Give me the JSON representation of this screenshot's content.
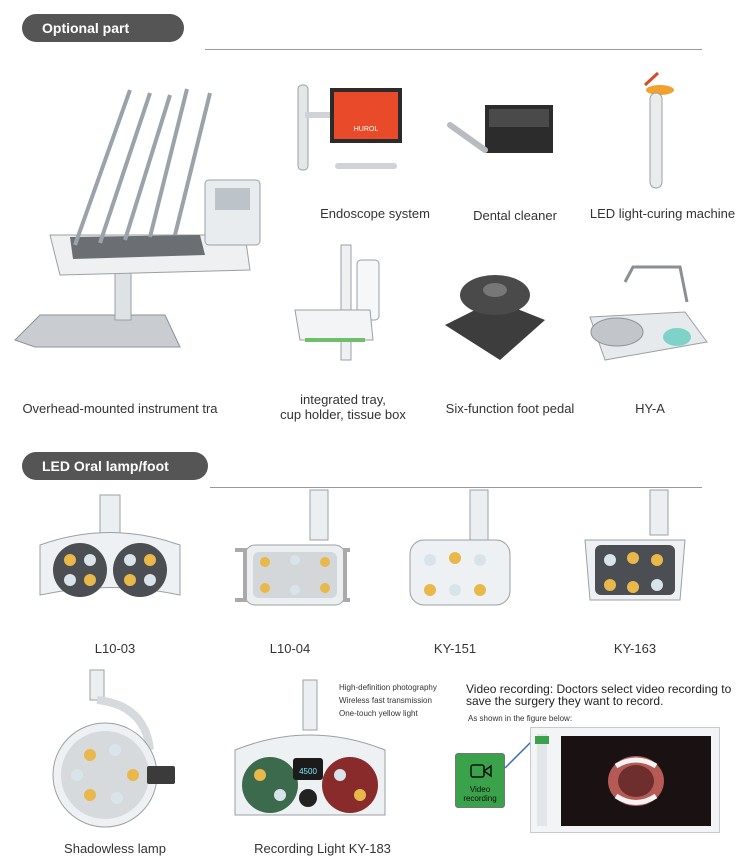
{
  "sections": {
    "optional": "Optional part",
    "lamp": "LED Oral lamp/foot"
  },
  "optional_items": [
    {
      "label": "Overhead-mounted instrument tra"
    },
    {
      "label": "Endoscope system"
    },
    {
      "label": "Dental cleaner"
    },
    {
      "label": "LED light-curing machine"
    },
    {
      "label": "integrated tray,\ncup holder, tissue box"
    },
    {
      "label": "Six-function foot pedal"
    },
    {
      "label": "HY-A"
    }
  ],
  "monitor_brand": "HUROL",
  "lamps": [
    {
      "label": "L10-03"
    },
    {
      "label": "L10-04"
    },
    {
      "label": "KY-151"
    },
    {
      "label": "KY-163"
    },
    {
      "label": "Shadowless lamp"
    },
    {
      "label": "Recording Light KY-183"
    }
  ],
  "recording_features": [
    "High-definition photography",
    "Wireless fast transmission",
    "One-touch yellow light"
  ],
  "lamp_display": "4500",
  "video": {
    "heading": "Video recording: Doctors select video recording to save the surgery they want to record.",
    "subheading": "As shown in the figure below:",
    "button_label": "Video recording"
  },
  "colors": {
    "pill": "#555555",
    "video_button": "#3aa24a",
    "led_warm": "#e8b84a",
    "led_cool": "#d9e4ea"
  }
}
